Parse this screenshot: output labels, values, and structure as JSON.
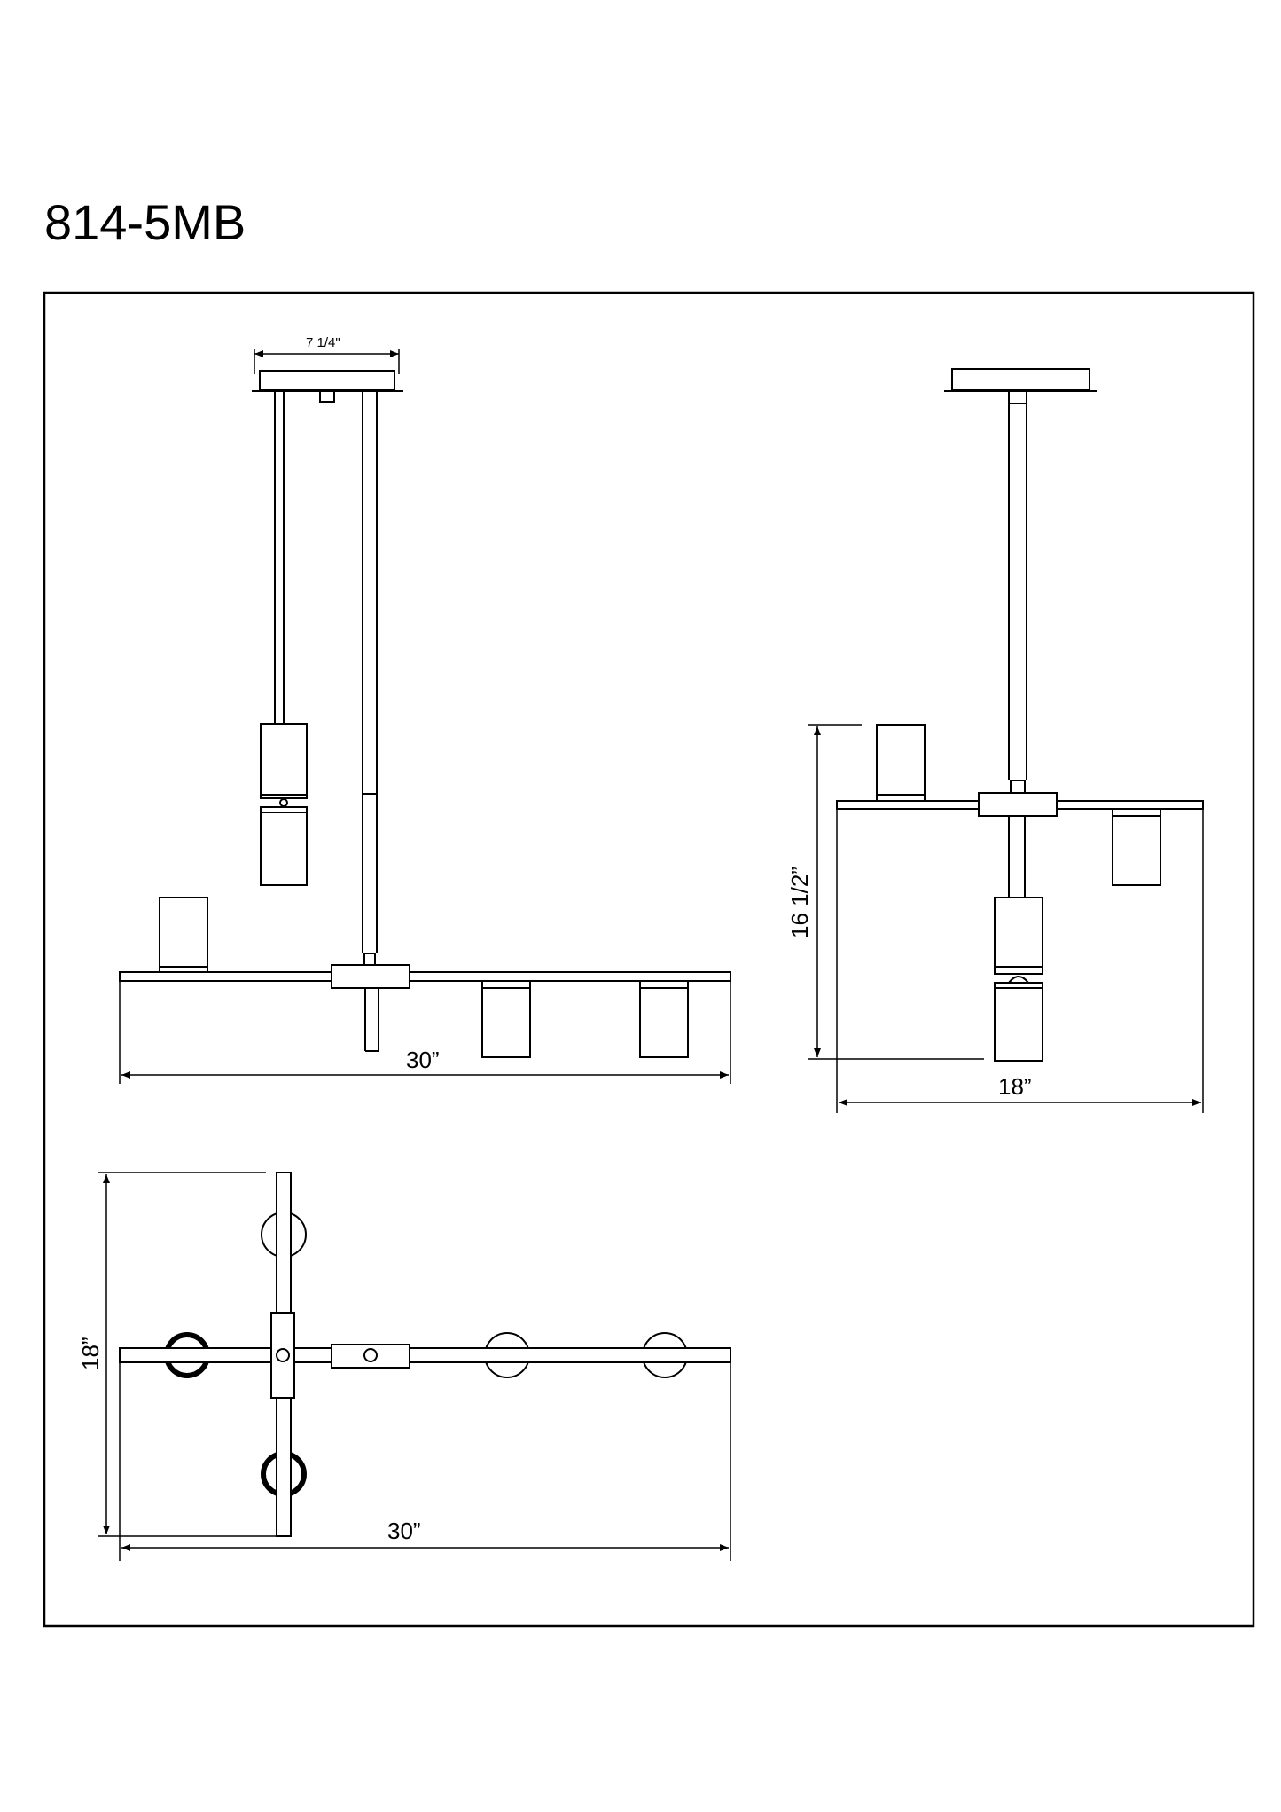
{
  "model_number": "814-5MB",
  "front_view": {
    "canopy_width_label": "7 1/4\"",
    "width_label": "30”"
  },
  "side_view": {
    "height_label": "16  1/2”",
    "width_label": "18”"
  },
  "top_view": {
    "depth_label": "18”",
    "width_label": "30”"
  },
  "colors": {
    "line": "#000000",
    "background": "#ffffff"
  }
}
